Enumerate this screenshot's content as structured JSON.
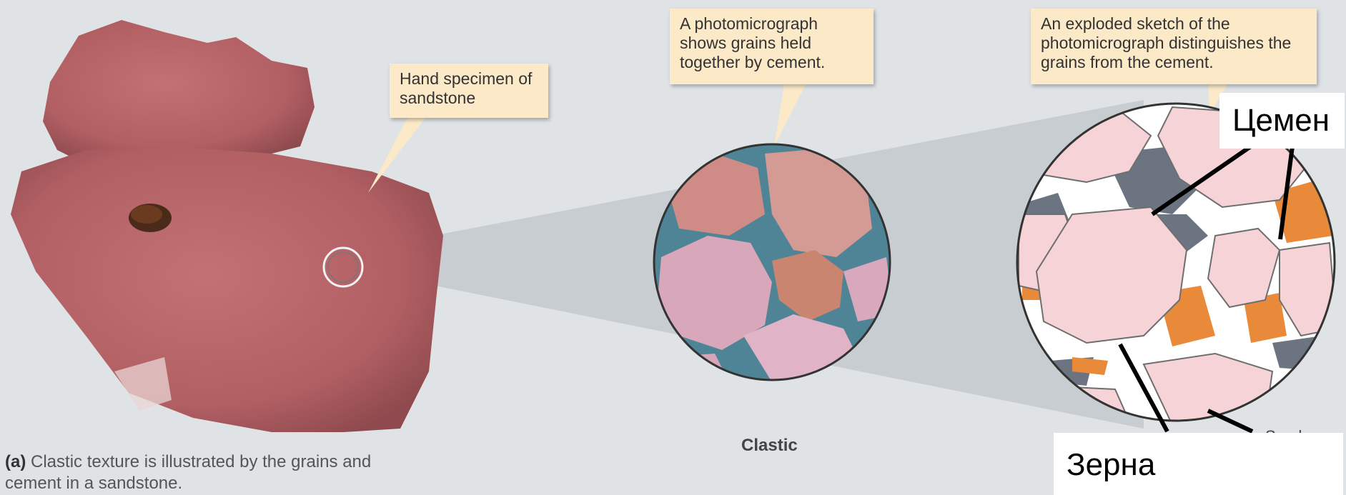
{
  "callouts": {
    "hand_specimen": "Hand specimen of sandstone",
    "photomicrograph": "A photomicrograph shows grains held together by cement.",
    "exploded_sketch": "An exploded sketch of the photomicrograph distinguishes the grains from the cement."
  },
  "labels": {
    "cement": "Цемент",
    "grains": "Зерна",
    "sand_partial": "Sand"
  },
  "caption": {
    "part": "(a)",
    "text": "Clastic texture is illustrated by the grains and cement in a sandstone."
  },
  "center_title": "Clastic",
  "colors": {
    "background": "#dfe3e6",
    "callout_fill": "#fbe9c8",
    "rock": "#b8666a",
    "grain": "#f6d3d6",
    "cement_gray": "#6b7480",
    "cement_orange": "#e98a3a"
  }
}
